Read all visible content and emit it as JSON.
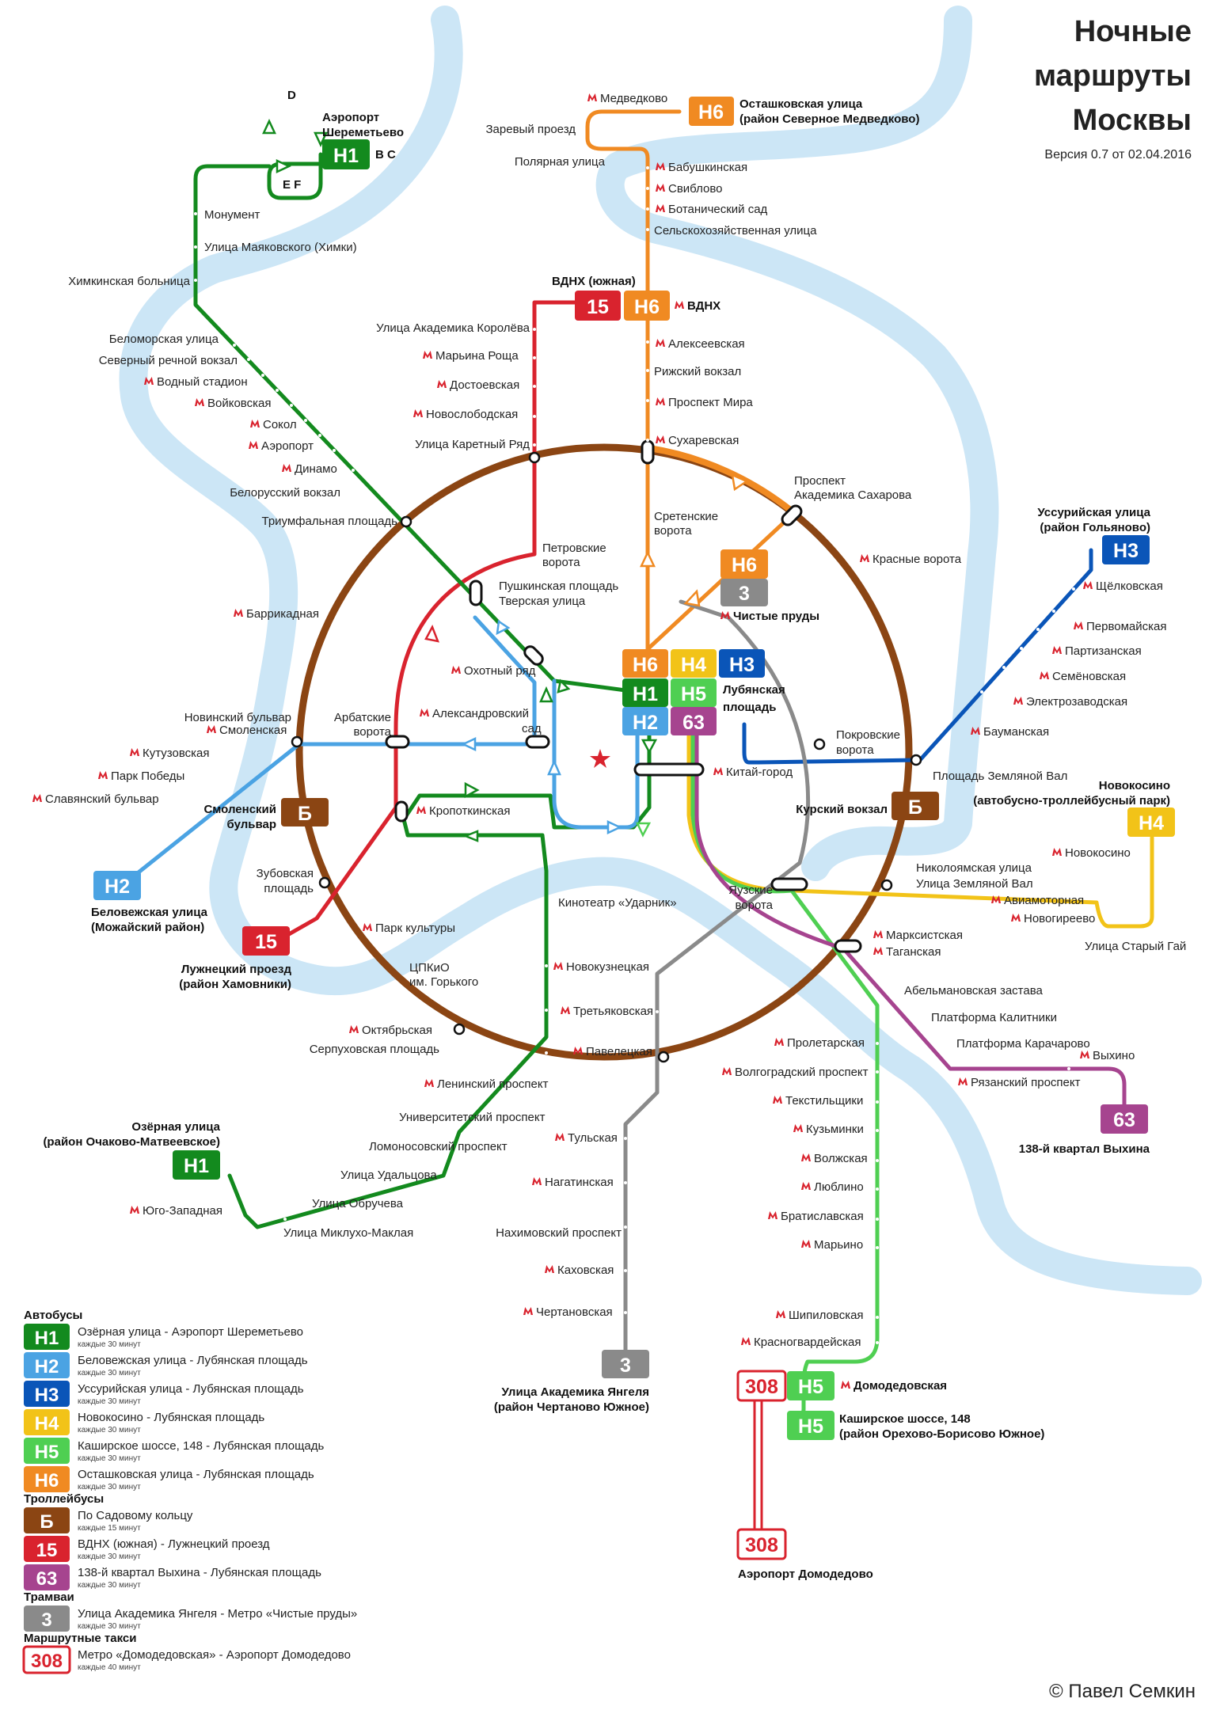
{
  "title": [
    "Ночные",
    "маршруты",
    "Москвы"
  ],
  "version": "Версия 0.7 от 02.04.2016",
  "copyright": "© Павел Семкин",
  "colors": {
    "river": "#cce6f6",
    "ring": "#8b4513",
    "H1": "#138a1e",
    "H2": "#4ba3e3",
    "H3": "#0a55b8",
    "H4": "#f2c318",
    "H5": "#4fcf52",
    "H6": "#f08a22",
    "B": "#8b4513",
    "15": "#d9232e",
    "63": "#a6448f",
    "3": "#8a8a8a",
    "308": "#d9232e",
    "metro": "#d9232e"
  },
  "icons": {
    "metro": "metro-m-icon",
    "kremlin": "red-star-icon"
  },
  "badges": {
    "H1": "Н1",
    "H2": "Н2",
    "H3": "Н3",
    "H4": "Н4",
    "H5": "Н5",
    "H6": "Н6",
    "B": "Б",
    "15": "15",
    "63": "63",
    "3": "3",
    "308": "308"
  },
  "gates": {
    "d": "D",
    "bc": "B C",
    "ef": "E F"
  },
  "stops": {
    "medvedkovo": "Медведково",
    "zarevy": "Заревый проезд",
    "polyarnaya": "Полярная улица",
    "babushkinskaya": "Бабушкинская",
    "sviblovo": "Свиблово",
    "botanicheskiy": "Ботанический сад",
    "selskohoz": "Сельскохозяйственная улица",
    "vdnh": "ВДНХ",
    "alekseevskaya": "Алексеевская",
    "rizhsky": "Рижский вокзал",
    "prospekt_mira": "Проспект Мира",
    "sukharevskaya": "Сухаревская",
    "sretenskie_1": "Сретенские",
    "sretenskie_2": "ворота",
    "sakharova_1": "Проспект",
    "sakharova_2": "Академика Сахарова",
    "krasnye_vorota": "Красные ворота",
    "chistye_prudy": "Чистые пруды",
    "lubyanka_1": "Лубянская",
    "lubyanka_2": "площадь",
    "korolyova": "Улица Академика Королёва",
    "maryina_roshcha": "Марьина Роща",
    "dostoevskaya": "Достоевская",
    "novoslobodskaya": "Новослободская",
    "karetny": "Улица Каретный Ряд",
    "petrovskie_1": "Петровские",
    "petrovskie_2": "ворота",
    "pushkinskaya": "Пушкинская площадь",
    "tverskaya": "Тверская улица",
    "okhotny": "Охотный ряд",
    "aleksandrovsky_1": "Александровский",
    "aleksandrovsky_2": "сад",
    "kropotkinskaya": "Кропоткинская",
    "monument": "Монумент",
    "mayakovskogo": "Улица Маяковского (Химки)",
    "khimki_hospital": "Химкинская больница",
    "belomorskaya": "Беломорская улица",
    "rechnoy": "Северный речной вокзал",
    "vodny": "Водный стадион",
    "voykovskaya": "Войковская",
    "sokol": "Сокол",
    "aeroport": "Аэропорт",
    "dinamo": "Динамо",
    "belorussky": "Белорусский вокзал",
    "triumfalnaya": "Триумфальная площадь",
    "barrikadnaya": "Баррикадная",
    "novinsky": "Новинский бульвар",
    "smolenskaya": "Смоленская",
    "kutuzovskaya": "Кутузовская",
    "park_pobedy": "Парк Победы",
    "slavyansky": "Славянский бульвар",
    "arbatskie_1": "Арбатские",
    "arbatskie_2": "ворота",
    "smolensky_1": "Смоленский",
    "smolensky_2": "бульвар",
    "zubovskaya_1": "Зубовская",
    "zubovskaya_2": "площадь",
    "park_kultury": "Парк культуры",
    "tspkio_1": "ЦПКиО",
    "tspkio_2": "им. Горького",
    "udarnik": "Кинотеатр «Ударник»",
    "oktyabrskaya": "Октябрьская",
    "serpukhovskaya": "Серпуховская площадь",
    "leninsky": "Ленинский проспект",
    "universitetsky": "Университетский проспект",
    "lomonosovsky": "Ломоносовский проспект",
    "udaltsova": "Улица Удальцова",
    "obrucheva": "Улица Обручева",
    "miklukho": "Улица Миклухо-Маклая",
    "yugo_zapadnaya": "Юго-Западная",
    "novokuznetskaya": "Новокузнецкая",
    "tretyakovskaya": "Третьяковская",
    "paveletskaya": "Павелецкая",
    "tulskaya": "Тульская",
    "nagatinskaya": "Нагатинская",
    "nakhimovsky": "Нахимовский проспект",
    "kakhovskaya": "Каховская",
    "chertanovskaya": "Чертановская",
    "kitay_gorod": "Китай-город",
    "pokrovskie_1": "Покровские",
    "pokrovskie_2": "ворота",
    "zemlyanoy_val": "Площадь Земляной Вал",
    "kursky": "Курский вокзал",
    "shchelkovskaya": "Щёлковская",
    "pervomayskaya": "Первомайская",
    "partizanskaya": "Партизанская",
    "semyonovskaya": "Семёновская",
    "elektrozavodskaya": "Электрозаводская",
    "baumanskaya": "Бауманская",
    "yauzskie_1": "Яузские",
    "yauzskie_2": "ворота",
    "nikoloyamskaya": "Николоямская улица",
    "zemlyanoy_val_st": "Улица Земляной Вал",
    "novokosino": "Новокосино",
    "aviamotornaya": "Авиамоторная",
    "novogireevo": "Новогиреево",
    "stary_gay": "Улица Старый Гай",
    "marksistskaya": "Марксистская",
    "taganskaya": "Таганская",
    "abelmanovskaya": "Абельмановская застава",
    "kalitniki": "Платформа Калитники",
    "karacharovo": "Платформа Карачарово",
    "vykhino": "Выхино",
    "ryazansky": "Рязанский проспект",
    "proletarskaya": "Пролетарская",
    "volgogradsky": "Волгоградский проспект",
    "tekstilshchiki": "Текстильщики",
    "kuzminki": "Кузьминки",
    "volzhskaya": "Волжская",
    "lyublino": "Люблино",
    "bratislavskaya": "Братиславская",
    "maryino": "Марьино",
    "shipilovskaya": "Шипиловская",
    "krasnogvardeyskaya": "Красногвардейская",
    "domodedovskaya": "Домодедовская"
  },
  "termini": {
    "sheremetyevo_1": "Аэропорт",
    "sheremetyevo_2": "Шереметьево",
    "ostashkovskaya_1": "Осташковская улица",
    "ostashkovskaya_2": "(район Северное Медведково)",
    "vdnh_south": "ВДНХ (южная)",
    "ussuriyskaya_1": "Уссурийская улица",
    "ussuriyskaya_2": "(район Гольяново)",
    "novokosino_1": "Новокосино",
    "novokosino_2": "(автобусно-троллейбусный парк)",
    "belovezhskaya_1": "Беловежская улица",
    "belovezhskaya_2": "(Можайский район)",
    "luzhnetsky_1": "Лужнецкий проезд",
    "luzhnetsky_2": "(район Хамовники)",
    "ozernaya_1": "Озёрная улица",
    "ozernaya_2": "(район Очаково-Матвеевское)",
    "vykhino_kvartal": "138-й квартал Выхина",
    "yangelya_1": "Улица Академика Янгеля",
    "yangelya_2": "(район Чертаново Южное)",
    "kashirskoe_1": "Каширское шоссе, 148",
    "kashirskoe_2": "(район Орехово-Борисово Южное)",
    "domodedovo": "Аэропорт Домодедово"
  },
  "legend": {
    "groups": [
      {
        "heading": "Автобусы",
        "items": [
          {
            "badge": "Н1",
            "color": "#138a1e",
            "route": "Озёрная улица - Аэропорт Шереметьево",
            "freq": "каждые 30 минут"
          },
          {
            "badge": "Н2",
            "color": "#4ba3e3",
            "route": "Беловежская улица - Лубянская площадь",
            "freq": "каждые 30 минут"
          },
          {
            "badge": "Н3",
            "color": "#0a55b8",
            "route": "Уссурийская улица - Лубянская площадь",
            "freq": "каждые 30 минут"
          },
          {
            "badge": "Н4",
            "color": "#f2c318",
            "route": "Новокосино - Лубянская площадь",
            "freq": "каждые 30 минут"
          },
          {
            "badge": "Н5",
            "color": "#4fcf52",
            "route": "Каширское шоссе, 148 - Лубянская площадь",
            "freq": "каждые 30 минут"
          },
          {
            "badge": "Н6",
            "color": "#f08a22",
            "route": "Осташковская улица - Лубянская площадь",
            "freq": "каждые 30 минут"
          }
        ]
      },
      {
        "heading": "Троллейбусы",
        "items": [
          {
            "badge": "Б",
            "color": "#8b4513",
            "route": "По Садовому кольцу",
            "freq": "каждые 15 минут"
          },
          {
            "badge": "15",
            "color": "#d9232e",
            "route": "ВДНХ (южная) - Лужнецкий проезд",
            "freq": "каждые 30 минут"
          },
          {
            "badge": "63",
            "color": "#a6448f",
            "route": "138-й квартал Выхина - Лубянская площадь",
            "freq": "каждые 30 минут"
          }
        ]
      },
      {
        "heading": "Трамваи",
        "items": [
          {
            "badge": "3",
            "color": "#8a8a8a",
            "route": "Улица Академика Янгеля - Метро «Чистые пруды»",
            "freq": "каждые 30 минут"
          }
        ]
      },
      {
        "heading": "Маршрутные такси",
        "items": [
          {
            "badge": "308",
            "color": "#d9232e",
            "route": "Метро «Домодедовская» - Аэропорт Домодедово",
            "freq": "каждые 40 минут",
            "outline": true
          }
        ]
      }
    ]
  }
}
